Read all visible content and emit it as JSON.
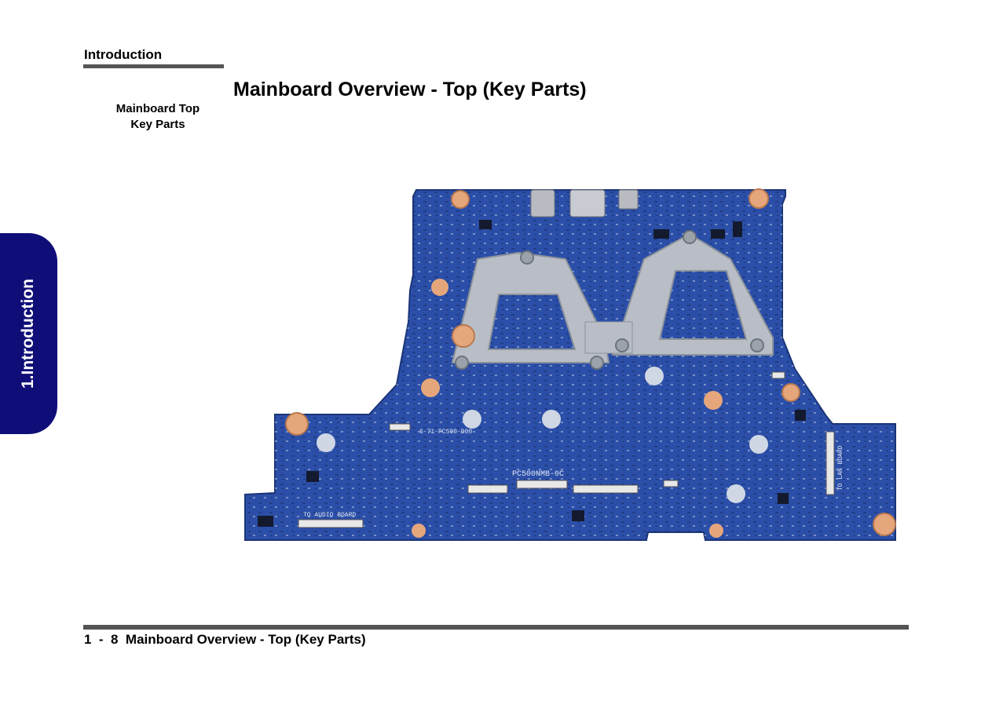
{
  "header": {
    "section": "Introduction"
  },
  "page": {
    "title": "Mainboard Overview - Top (Key Parts)"
  },
  "sidebar": {
    "heading_line1": "Mainboard Top",
    "heading_line2": "Key Parts",
    "tab_label": "1.Introduction"
  },
  "board": {
    "silkscreen_main": "PC500NMB-0C",
    "silkscreen_left": "6-71-PC500-D00",
    "silkscreen_audio": "TO AUDIO BOARD",
    "silkscreen_lan": "TO LAN BOARD",
    "colors": {
      "pcb": "#2b4fa8",
      "heatsink": "#b9bec6",
      "mount_pad": "#e6a67c"
    }
  },
  "footer": {
    "page_number": "1  -  8",
    "title": "Mainboard Overview - Top (Key Parts)"
  }
}
